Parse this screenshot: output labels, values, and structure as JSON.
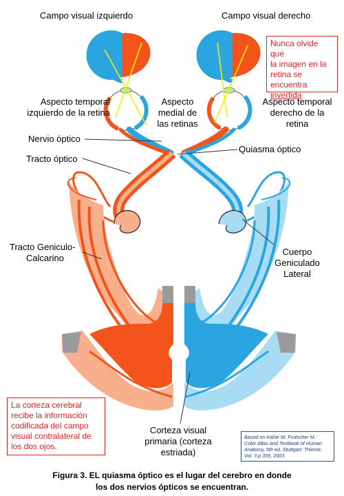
{
  "labels": {
    "left_field": "Campo visual izquierdo",
    "right_field": "Campo visual derecho",
    "left_temporal": [
      "Aspecto temporal",
      "izquierdo de la retina"
    ],
    "medial": [
      "Aspecto",
      "medial de",
      "las retinas"
    ],
    "right_temporal": [
      "Aspecto temporal",
      "derecho de la",
      "retina"
    ],
    "optic_nerve": "Nervio óptico",
    "chiasm": "Quiasma óptico",
    "optic_tract": "Tracto óptico",
    "gc_tract": [
      "Tracto Geniculo-",
      "Calcarino"
    ],
    "lgn": [
      "Cuerpo",
      "Geniculado",
      "Lateral"
    ],
    "cortex": [
      "Corteza visual",
      "primaria (corteza",
      "estriada)"
    ]
  },
  "notes": {
    "retina_note": [
      "Nunca olvide que",
      "la imagen en la",
      "retina se",
      "encuentra",
      "invertida"
    ],
    "cortex_note": [
      "La corteza cerebral",
      "recibe la información",
      "codificada del campo",
      "visual contralateral  de",
      "los dos ojos."
    ]
  },
  "citation": [
    "Based on Kahle W, Frotscher M.",
    "Color Atlas and Textbook of Human",
    "Anatomy, 5th ed. Stuttgart: Thieme.",
    "Vol. 3 p.355, 2003."
  ],
  "caption": [
    "Figura 3. EL quiasma óptico es el lugar del cerebro en donde",
    "los dos nervios ópticos se encuentran."
  ],
  "colors": {
    "left_pathway": "#f2541b",
    "left_light": "#f8b08c",
    "right_pathway": "#2aa5e0",
    "right_light": "#a8dcf4",
    "note_border": "#dd2222",
    "gray": "#9a9a9a"
  }
}
